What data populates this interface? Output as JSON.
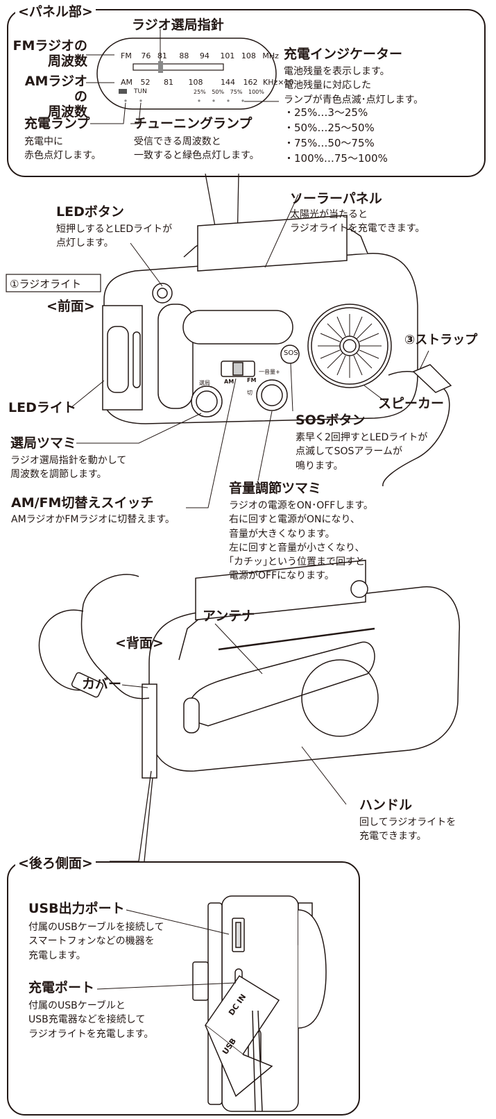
{
  "panel_section": {
    "title": "<パネル部>",
    "tuning_needle": "ラジオ選局指針",
    "fm_frequency_label": "FMラジオの\n周波数",
    "am_frequency_label": "AMラジオの\n周波数",
    "indicator": {
      "title": "充電インジケーター",
      "desc": "電池残量を表示します。\n電池残量に対応した\nランプが青色点滅･点灯します。",
      "levels": [
        "・25%…3～25%",
        "・50%…25～50%",
        "・75%…50～75%",
        "・100%…75～100%"
      ]
    },
    "charge_lamp": {
      "title": "充電ランプ",
      "desc": "充電中に\n赤色点灯します。"
    },
    "tuning_lamp": {
      "title": "チューニングランプ",
      "desc": "受信できる周波数と\n一致すると緑色点灯します。"
    },
    "dial": {
      "fm": "FM",
      "fm_ticks": [
        "76",
        "81",
        "88",
        "94",
        "101",
        "108",
        "MHz"
      ],
      "am": "AM",
      "am_ticks": [
        "52",
        "81",
        "108",
        "144",
        "162",
        "KHz×10"
      ],
      "tun": "TUN",
      "pct": [
        "25%",
        "50%",
        "75%",
        "100%"
      ]
    }
  },
  "front_section": {
    "product_label": "①ラジオライト",
    "view_title": "<前面>",
    "led_button": {
      "title": "LEDボタン",
      "desc": "短押しするとLEDライトが\n点灯します。"
    },
    "solar_panel": {
      "title": "ソーラーパネル",
      "desc": "太陽光が当たると\nラジオライトを充電できます。"
    },
    "strap": "③ストラップ",
    "led_light": "LEDライト",
    "speaker": "スピーカー",
    "sos_button": {
      "title": "SOSボタン",
      "desc": "素早く2回押すとLEDライトが\n点滅してSOSアラームが\n鳴ります。"
    },
    "tuning_knob": {
      "title": "選局ツマミ",
      "desc": "ラジオ選局指針を動かして\n周波数を調節します。"
    },
    "band_switch": {
      "title": "AM/FM切替えスイッチ",
      "desc": "AMラジオかFMラジオに切替えます。"
    },
    "volume_knob": {
      "title": "音量調節ツマミ",
      "desc": "ラジオの電源をON･OFFします。\n右に回すと電源がONになり、\n音量が大きくなります。\n左に回すと音量が小さくなり、\n｢カチッ｣という位置まで回すと\n電源がOFFになります。"
    },
    "device_marks": {
      "sos": "SOS",
      "tune": "選局",
      "am": "AM",
      "fm": "FM",
      "vol": "一音量+",
      "off": "切"
    }
  },
  "back_section": {
    "view_title": "<背面>",
    "antenna": "アンテナ",
    "cover": "カバー",
    "handle": {
      "title": "ハンドル",
      "desc": "回してラジオライトを\n充電できます。"
    }
  },
  "rear_side_section": {
    "title": "<後ろ側面>",
    "usb_out": {
      "title": "USB出力ポート",
      "desc": "付属のUSBケーブルを接続して\nスマートフォンなどの機器を\n充電します。"
    },
    "charge_port": {
      "title": "充電ポート",
      "desc": "付属のUSBケーブルと\nUSB充電器などを接続して\nラジオライトを充電します。"
    },
    "cover_text": [
      "DC IN",
      "USB"
    ]
  }
}
